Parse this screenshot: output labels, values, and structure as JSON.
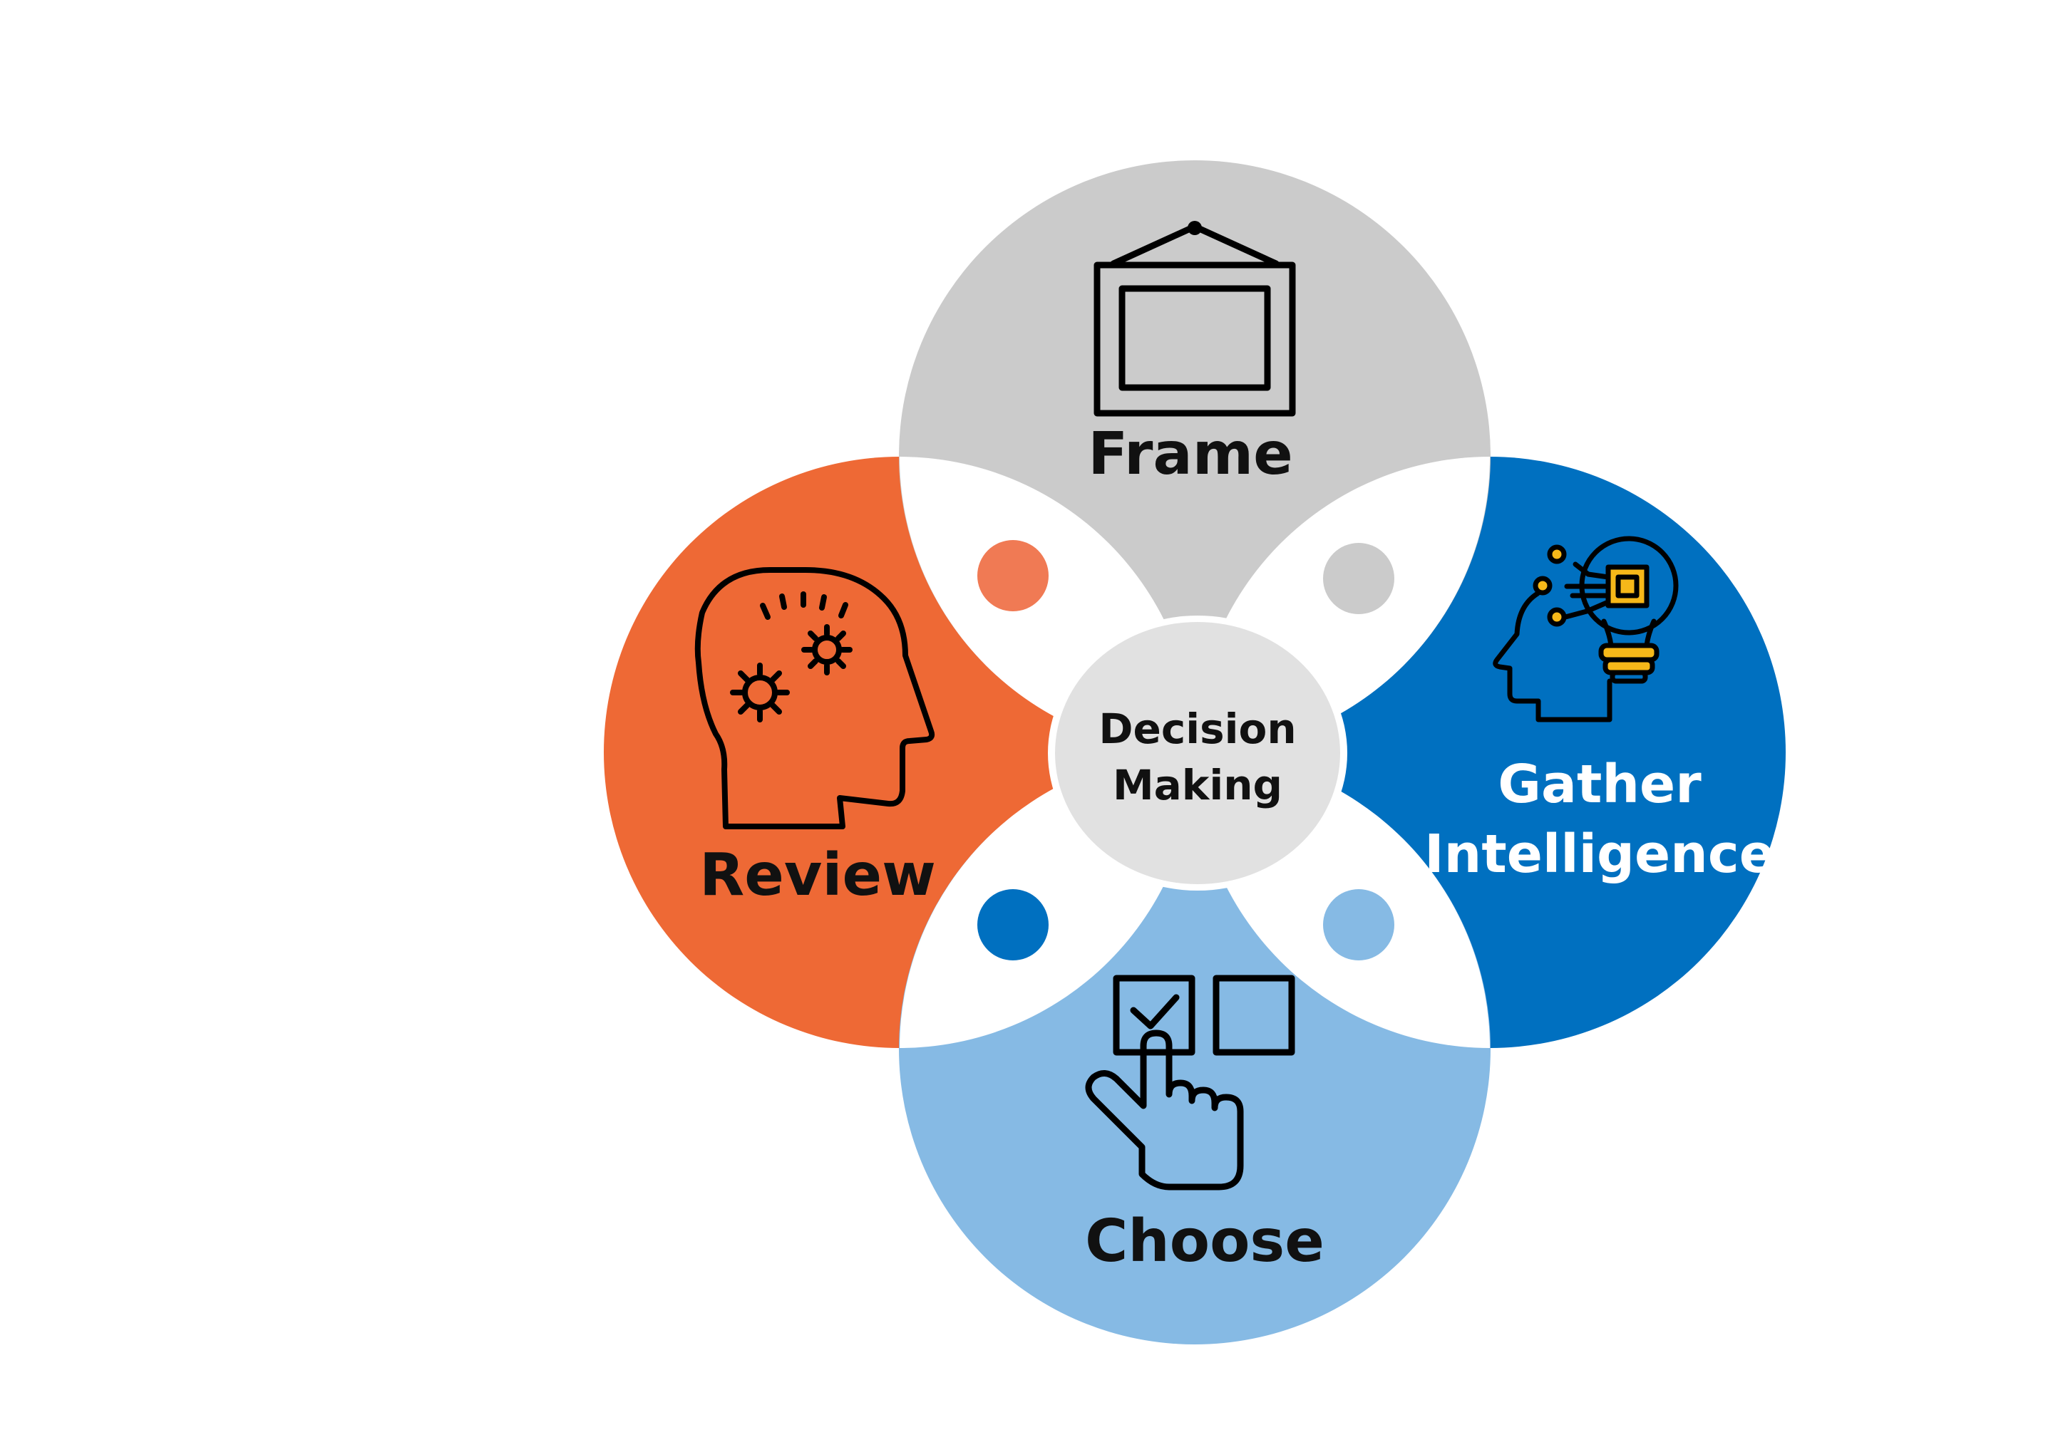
{
  "diagram": {
    "center": {
      "line1": "Decision",
      "line2": "Making"
    },
    "nodes": {
      "top": {
        "label": "Frame",
        "icon": "picture-frame-icon",
        "color": "#CBCBCB"
      },
      "left": {
        "label": "Review",
        "icon": "head-gears-icon",
        "color": "#EE6935"
      },
      "right": {
        "line1": "Gather",
        "line2": "Intelligence",
        "icon": "head-lightbulb-chip-icon",
        "color": "#0070C0"
      },
      "bottom": {
        "label": "Choose",
        "icon": "hand-checkbox-icon",
        "color": "#86BAE4"
      }
    },
    "dots": {
      "top_left": "#F07A54",
      "top_right": "#CBCBCB",
      "bottom_left": "#0070C0",
      "bottom_right": "#86BAE4"
    },
    "center_color": "#E1E1E1",
    "icon_accent": "#F6B819"
  }
}
